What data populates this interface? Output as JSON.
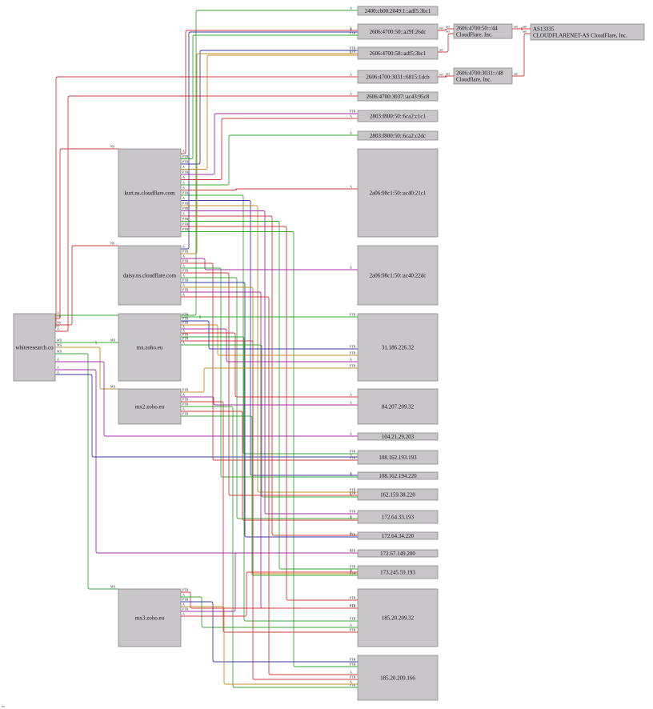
{
  "colors": {
    "A": "#d23c3c",
    "NS": "#d23c3c",
    "PTR": "#3a3aa8",
    "MX": "#35a835",
    "AAAA": "#d23c3c"
  },
  "edge_palette": [
    "#d23c3c",
    "#35a835",
    "#3a3aa8",
    "#c0902a",
    "#a62fa6",
    "#d23c3c",
    "#35a835"
  ],
  "nodes": {
    "root": "whiteresearch.co",
    "ns1": "kurt.ns.cloudflare.com",
    "ns2": "daisy.ns.cloudflare.com",
    "mx1": "mx.zoho.eu",
    "mx2": "mx2.zoho.eu",
    "mx3": "mx3.zoho.eu",
    "v6a": "2400:cb00:2049:1::adf5:3bc1",
    "v6b": "2606:4700:50::a29f:26dc",
    "v6c": "2606:4700:58::adf5:3bc1",
    "v6d": "2606:4700:3031::6815:1dcb",
    "v6e": "2606:4700:3037::ac43:95c8",
    "v6f": "2803:f800:50::6ca2:c1c1",
    "v6g": "2803:f800:50::6ca2:c2dc",
    "v6h": "2a06:98c1:50::ac40:21c1",
    "v6i": "2a06:98c1:50::ac40:22dc",
    "net1_a": "2606:4700:50::/44",
    "net1_b": "CloudFlare, Inc.",
    "net2_a": "2606:4700:3031::/48",
    "net2_b": "Cloudflare, Inc.",
    "asn_a": "AS13335",
    "asn_b": "CLOUDFLARENET-AS CloudFlare, Inc.",
    "ip1": "31.186.226.32",
    "ip2": "84.207.209.32",
    "ip3": "104.21.29.203",
    "ip4": "108.162.193.193",
    "ip5": "108.162.194.220",
    "ip6": "162.159.38.220",
    "ip7": "172.64.33.193",
    "ip8": "172.64.34.220",
    "ip9": "172.67.149.200",
    "ip10": "173.245.59.193",
    "ip11": "185.20.209.32",
    "ip12": "185.20.209.166"
  },
  "labels": {
    "A": "A",
    "NS": "NS",
    "MX": "MX",
    "PTR": "PTR",
    "net": "net",
    "asn": "asn"
  },
  "footer": "ex"
}
